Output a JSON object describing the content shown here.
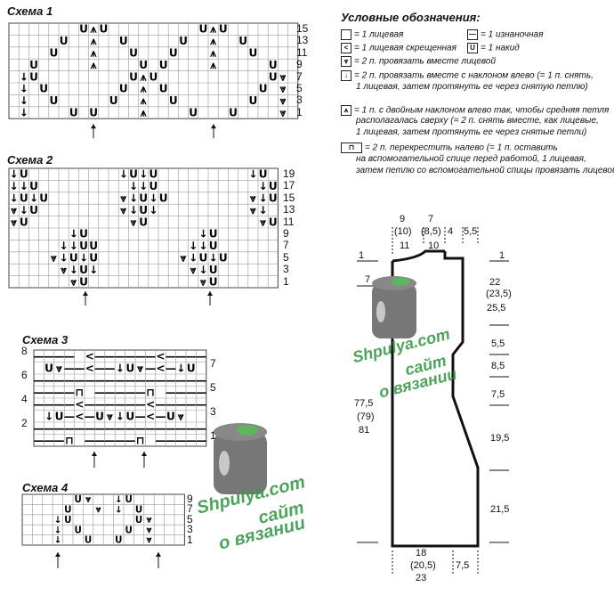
{
  "schema1": {
    "title": "Схема 1",
    "rows": [
      "15",
      "13",
      "11",
      "9",
      "7",
      "5",
      "3",
      "1"
    ]
  },
  "schema2": {
    "title": "Схема 2",
    "rows": [
      "19",
      "17",
      "15",
      "13",
      "11",
      "9",
      "7",
      "5",
      "3",
      "1"
    ]
  },
  "schema3": {
    "title": "Схема 3",
    "left_rows": [
      "8",
      "6",
      "4",
      "2"
    ],
    "right_rows": [
      "7",
      "5",
      "3",
      "1"
    ]
  },
  "schema4": {
    "title": "Схема 4",
    "rows": [
      "9",
      "7",
      "5",
      "3",
      "1"
    ]
  },
  "legend": {
    "title": "Условные обозначения:",
    "items": [
      {
        "sym": "",
        "text": "= 1 лицевая"
      },
      {
        "sym": "—",
        "text": "= 1 изнаночная"
      },
      {
        "sym": "<",
        "text": "= 1 лицевая скрещенная"
      },
      {
        "sym": "U",
        "text": "= 1 накид"
      },
      {
        "sym": "⩔",
        "text": "= 2 п. провязать вместе лицевой"
      },
      {
        "sym": "↓",
        "text": "= 2 п. провязать вместе с наклоном влево (= 1 п. снять,"
      },
      {
        "sym": "",
        "text": "1 лицевая, затем протянуть ее через снятую петлю)"
      },
      {
        "sym": "⩚",
        "text": "= 1 п. с двойным наклоном влево так, чтобы средняя петля"
      },
      {
        "sym": "",
        "text": "располагалась сверху (= 2 п. снять вместе, как лицевые,"
      },
      {
        "sym": "",
        "text": "1 лицевая, затем протянуть ее через снятые петли)"
      },
      {
        "sym": "⊓",
        "text": "= 2 п. перекрестить налево (= 1 п. оставить"
      },
      {
        "sym": "",
        "text": "на вспомогательной спице перед работой, 1 лицевая,"
      },
      {
        "sym": "",
        "text": "затем петлю со вспомогательной спицы провязать лицевой)"
      }
    ]
  },
  "pattern": {
    "top": [
      "9",
      "(10)",
      "11",
      "7",
      "(8,5)",
      "10",
      "4",
      "5,5"
    ],
    "right": [
      "1",
      "22",
      "(23,5)",
      "25,5",
      "5,5",
      "8,5",
      "7,5",
      "19,5",
      "21,5"
    ],
    "left": [
      "1",
      "7",
      "77,5",
      "(79)",
      "81"
    ],
    "bottom": [
      "18",
      "(20,5)",
      "23",
      "7,5"
    ]
  },
  "watermark": {
    "line1": "Shpulya.com",
    "line2": "сайт",
    "line3": "о вязании"
  }
}
